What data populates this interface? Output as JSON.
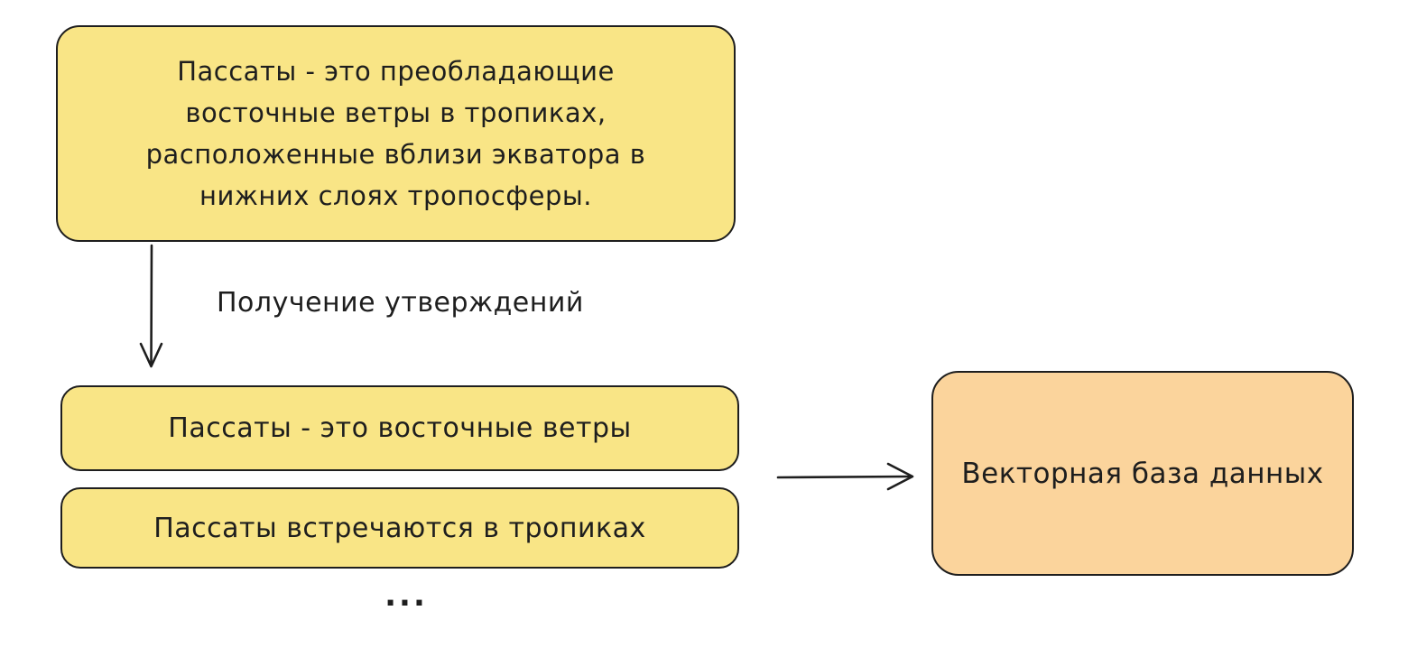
{
  "diagram": {
    "background_color": "#ffffff",
    "stroke_color": "#1e1e1e",
    "node_colors": {
      "yellow_fill": "#f9e586",
      "orange_fill": "#fbd49c"
    },
    "nodes": {
      "source_text": {
        "text": "Пассаты - это преобладающие восточные ветры в тропиках, расположенные вблизи экватора в нижних слоях тропосферы.",
        "fill": "#f9e586"
      },
      "statement_1": {
        "text": "Пассаты - это восточные ветры",
        "fill": "#f9e586"
      },
      "statement_2": {
        "text": "Пассаты встречаются в тропиках",
        "fill": "#f9e586"
      },
      "more_statements": {
        "text": "..."
      },
      "vector_database": {
        "text": "Векторная база данных",
        "fill": "#fbd49c"
      }
    },
    "edges": {
      "extract_statements": {
        "label": "Получение утверждений",
        "direction": "down"
      },
      "to_vector_db": {
        "label": "",
        "direction": "right"
      }
    }
  }
}
